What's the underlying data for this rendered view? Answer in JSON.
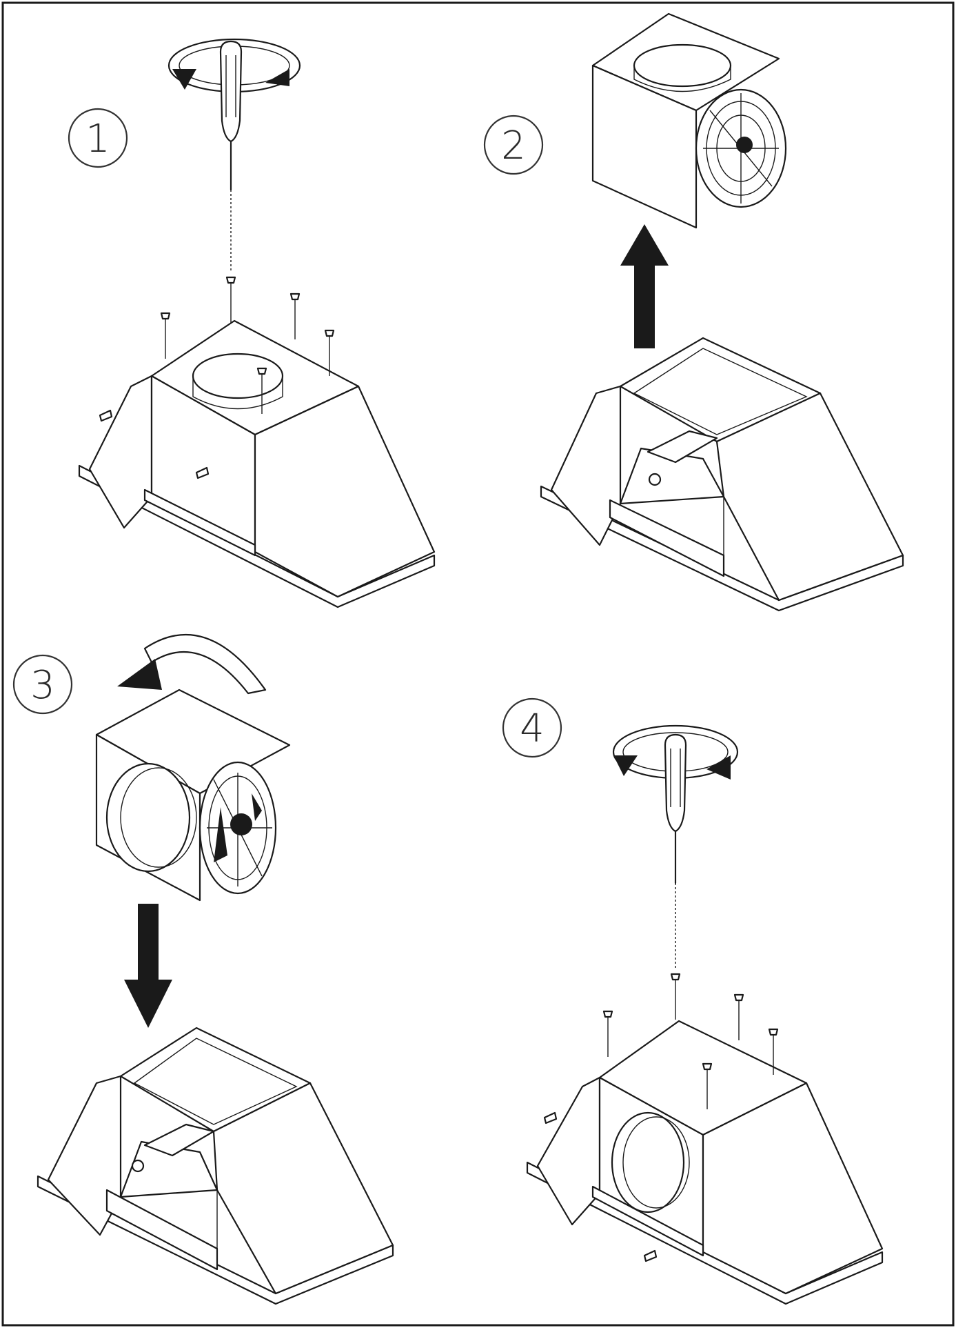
{
  "steps": [
    {
      "label": "1",
      "action": "unscrew-top-plate"
    },
    {
      "label": "2",
      "action": "lift-out-blower"
    },
    {
      "label": "3",
      "action": "rotate-and-reinsert-blower"
    },
    {
      "label": "4",
      "action": "screw-top-plate"
    }
  ],
  "colors": {
    "ink": "#1a1a1a",
    "paper": "#ffffff"
  },
  "icons": [
    "screwdriver-icon",
    "rotation-arrow-icon",
    "up-arrow-icon",
    "down-arrow-icon",
    "screw-icon",
    "blower-fan-icon"
  ]
}
